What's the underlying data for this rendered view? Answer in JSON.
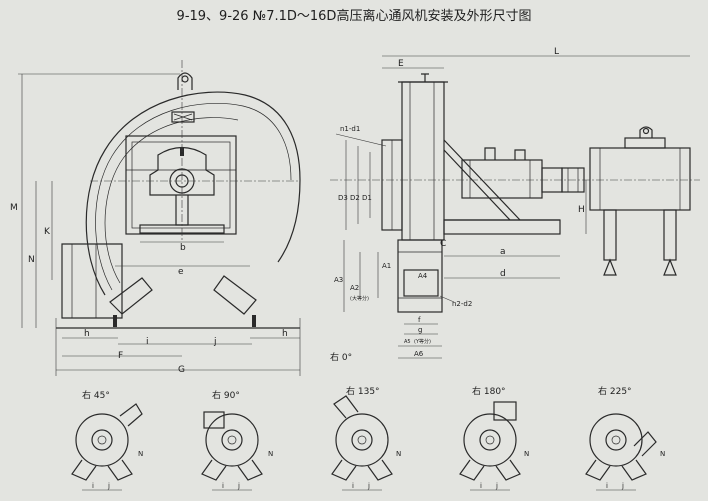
{
  "title": "9-19、9-26 №7.1D～16D高压离心通风机安装及外形尺寸图",
  "front_view": {
    "labels": {
      "M": "M",
      "K": "K",
      "N": "N",
      "b": "b",
      "e": "e",
      "h_left": "h",
      "h_right": "h",
      "i": "i",
      "j": "j",
      "F": "F",
      "G": "G"
    }
  },
  "side_view": {
    "labels": {
      "E": "E",
      "L": "L",
      "n1d1": "n1-d1",
      "D3": "D3",
      "D2": "D2",
      "D1": "D1",
      "H": "H",
      "C": "C",
      "a": "a",
      "d": "d",
      "A3": "A3",
      "A2": "A2",
      "A2_note": "(大等分)",
      "A1": "A1",
      "A4": "A4",
      "n2d2": "n2-d2",
      "f": "f",
      "g": "g",
      "A5": "A5",
      "A5_note": "(Y等分)",
      "A6": "A6"
    },
    "orientation_main": "右 0°"
  },
  "orientations": [
    {
      "label": "右 45°"
    },
    {
      "label": "右 90°"
    },
    {
      "label": "右 135°"
    },
    {
      "label": "右 180°"
    },
    {
      "label": "右 225°"
    }
  ],
  "small_view_labels": {
    "N": "N",
    "i": "i",
    "j": "j"
  }
}
